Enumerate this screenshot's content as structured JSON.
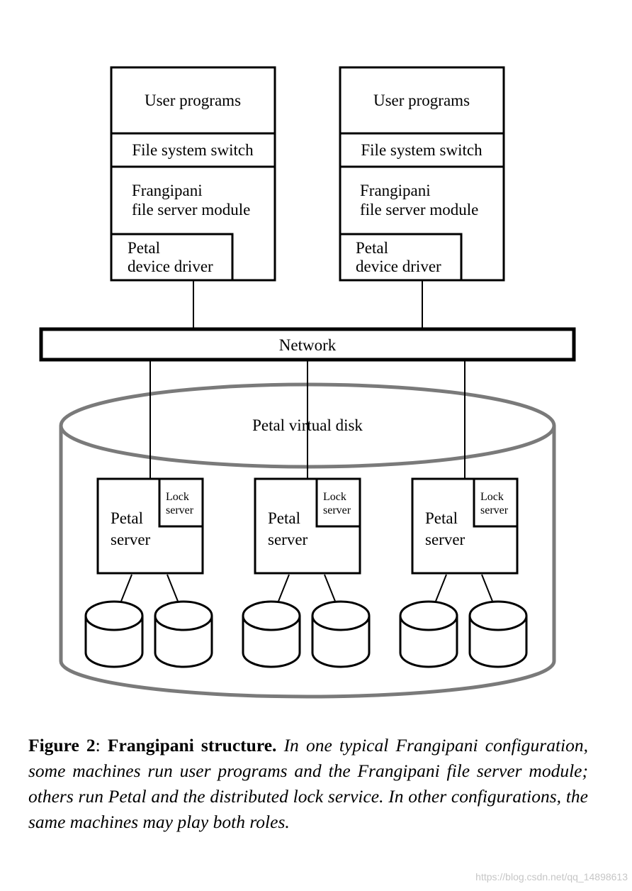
{
  "client_machines": [
    {
      "user_programs": "User programs",
      "fs_switch": "File system switch",
      "frangipani_line1": "Frangipani",
      "frangipani_line2": "file server module",
      "driver_line1": "Petal",
      "driver_line2": "device driver"
    },
    {
      "user_programs": "User programs",
      "fs_switch": "File system switch",
      "frangipani_line1": "Frangipani",
      "frangipani_line2": "file server module",
      "driver_line1": "Petal",
      "driver_line2": "device driver"
    }
  ],
  "network_label": "Network",
  "virtual_disk_label": "Petal virtual disk",
  "petal_servers": [
    {
      "line1": "Petal",
      "line2": "server",
      "lock_line1": "Lock",
      "lock_line2": "server"
    },
    {
      "line1": "Petal",
      "line2": "server",
      "lock_line1": "Lock",
      "lock_line2": "server"
    },
    {
      "line1": "Petal",
      "line2": "server",
      "lock_line1": "Lock",
      "lock_line2": "server"
    }
  ],
  "caption": {
    "label": "Figure 2",
    "separator": ":",
    "title": "Frangipani structure.",
    "text": "In one typical Frangipani configuration, some machines run user programs and the Frangipani file server module; others run Petal and the distributed lock service. In other configurations, the same machines may play both roles."
  },
  "watermark": "https://blog.csdn.net/qq_14898613",
  "colors": {
    "line": "#000000",
    "disk_outline": "#7a7a7a"
  }
}
